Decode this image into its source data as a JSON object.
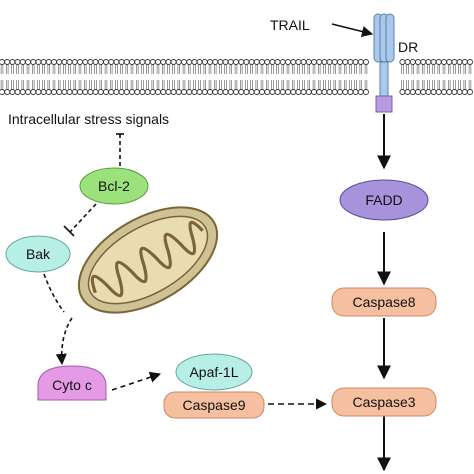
{
  "diagram": {
    "extrinsic": {
      "ligand": "TRAIL",
      "receptor": "DR",
      "adaptor": "FADD",
      "initiator_caspase": "Caspase8"
    },
    "intrinsic": {
      "stress_label": "Intracellular stress signals",
      "anti_apoptotic": "Bcl-2",
      "pro_apoptotic": "Bak",
      "released": "Cyto c",
      "apoptosome_adaptor": "Apaf-1L",
      "initiator_caspase": "Caspase9"
    },
    "executioner_caspase": "Caspase3"
  },
  "colors": {
    "bcl2": "#9be27a",
    "bak": "#b7eee6",
    "cytoc": "#e59ae6",
    "apaf": "#b7eee6",
    "caspase": "#f6c0a0",
    "fadd": "#a793dc",
    "receptor": "#a9c8ec",
    "receptor_base": "#b89ae0",
    "mito_outer": "#cfc294",
    "mito_inner": "#7a6438"
  }
}
